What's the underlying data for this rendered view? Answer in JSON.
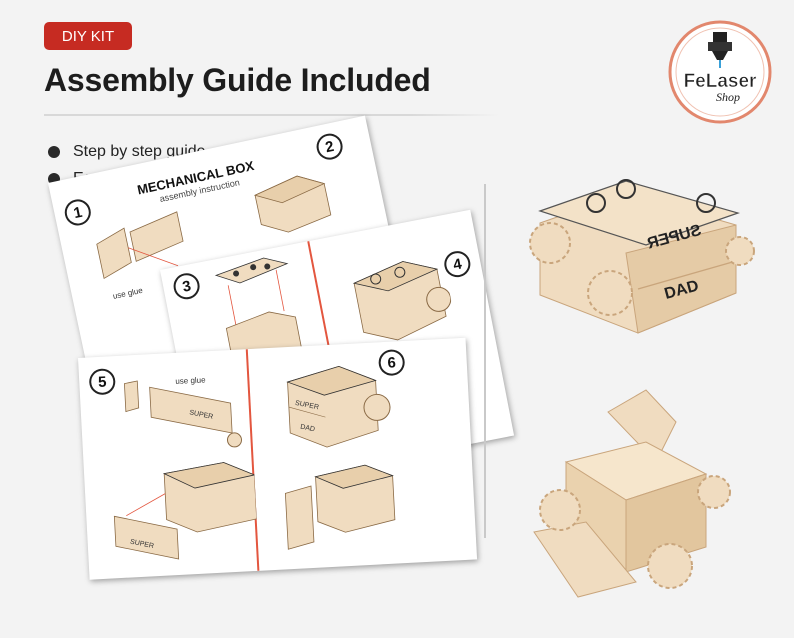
{
  "header": {
    "badge": "DIY KIT",
    "title": "Assembly Guide Included"
  },
  "bullets": [
    "Step by step guide.",
    "Easy to assembly."
  ],
  "logo": {
    "brand": "FeLaser",
    "sub": "Shop"
  },
  "instruction_sheets": {
    "title": "MECHANICAL BOX",
    "subtitle": "assembly instruction",
    "glue_note": "use glue",
    "steps": [
      "1",
      "2",
      "3",
      "4",
      "5",
      "6"
    ],
    "engraving_super": "SUPER",
    "engraving_dad": "DAD"
  },
  "colors": {
    "accent": "#c62b22",
    "wood": "#f0dcc0",
    "wood_edge": "#c9a57c",
    "guide_line": "#e3563f"
  }
}
